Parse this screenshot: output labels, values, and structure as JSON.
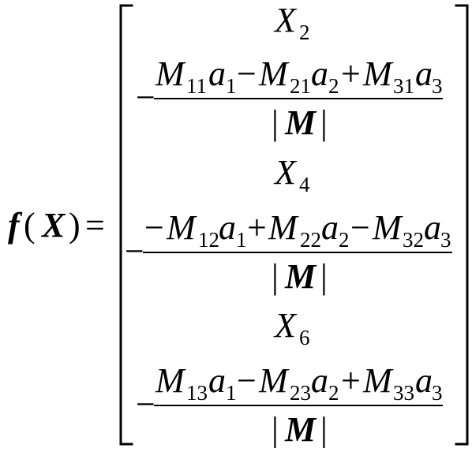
{
  "equation": {
    "lhs": {
      "func": "f",
      "open_paren": "(",
      "arg": "X",
      "close_paren": ")",
      "equals": "="
    },
    "rows": [
      {
        "entry": {
          "base": "X",
          "sub": "2"
        }
      },
      {
        "sign": "−",
        "numerator": [
          {
            "op": "",
            "base": "M",
            "sub": "11",
            "coef": "a",
            "coef_sub": "1"
          },
          {
            "op": "−",
            "base": "M",
            "sub": "21",
            "coef": "a",
            "coef_sub": "2"
          },
          {
            "op": "+",
            "base": "M",
            "sub": "31",
            "coef": "a",
            "coef_sub": "3"
          }
        ],
        "denominator": {
          "bar_l": "|",
          "base": "M",
          "bar_r": "|"
        }
      },
      {
        "entry": {
          "base": "X",
          "sub": "4"
        }
      },
      {
        "sign": "−",
        "numerator": [
          {
            "op": "−",
            "base": "M",
            "sub": "12",
            "coef": "a",
            "coef_sub": "1"
          },
          {
            "op": "+",
            "base": "M",
            "sub": "22",
            "coef": "a",
            "coef_sub": "2"
          },
          {
            "op": "−",
            "base": "M",
            "sub": "32",
            "coef": "a",
            "coef_sub": "3"
          }
        ],
        "denominator": {
          "bar_l": "|",
          "base": "M",
          "bar_r": "|"
        }
      },
      {
        "entry": {
          "base": "X",
          "sub": "6"
        }
      },
      {
        "sign": "−",
        "numerator": [
          {
            "op": "",
            "base": "M",
            "sub": "13",
            "coef": "a",
            "coef_sub": "1"
          },
          {
            "op": "−",
            "base": "M",
            "sub": "23",
            "coef": "a",
            "coef_sub": "2"
          },
          {
            "op": "+",
            "base": "M",
            "sub": "33",
            "coef": "a",
            "coef_sub": "3"
          }
        ],
        "denominator": {
          "bar_l": "|",
          "base": "M",
          "bar_r": "|"
        }
      }
    ]
  }
}
